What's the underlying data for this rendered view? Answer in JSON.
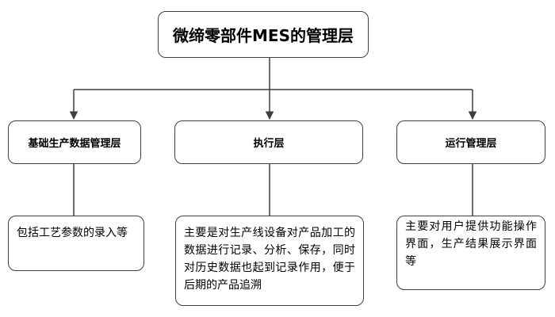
{
  "root": {
    "label": "微缔零部件MES的管理层"
  },
  "categories": [
    {
      "label": "基础生产数据管理层",
      "description": "包括工艺参数的录入等"
    },
    {
      "label": "执行层",
      "description": "主要是对生产线设备对产品加工的数据进行记录、分析、保存，同时对历史数据也起到记录作用，便于后期的产品追溯"
    },
    {
      "label": "运行管理层",
      "description": "主要对用户提供功能操作界面，生产结果展示界面等"
    }
  ],
  "colors": {
    "border": "#3f3f3f",
    "line": "#3f3f3f",
    "background": "#ffffff"
  }
}
